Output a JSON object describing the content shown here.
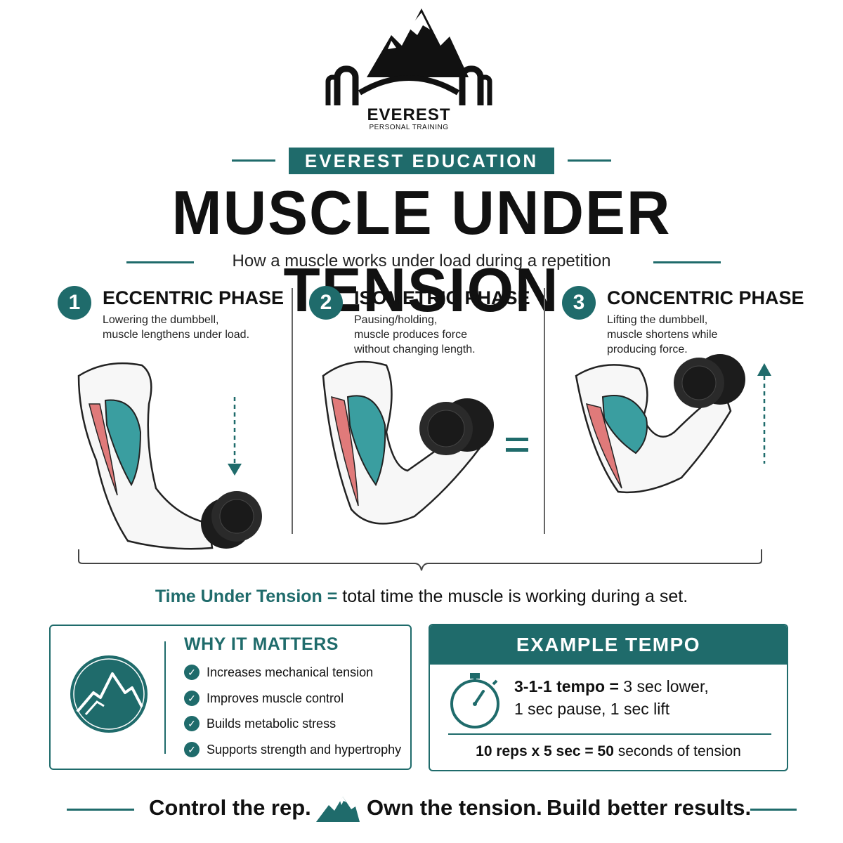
{
  "logo": {
    "brand": "EVEREST",
    "tagline": "PERSONAL TRAINING",
    "icon": "mountain-dumbbell-logo"
  },
  "header": {
    "badge": "EVEREST EDUCATION",
    "title": "MUSCLE UNDER TENSION",
    "subtitle": "How a muscle works under load during a repetition"
  },
  "phases": [
    {
      "number": "1",
      "title": "ECCENTRIC PHASE",
      "line1": "Lowering the dumbbell,",
      "line2": "muscle lengthens under load.",
      "line3": ""
    },
    {
      "number": "2",
      "title": "ISOMETRIC PHASE",
      "line1": "Pausing/holding,",
      "line2": "muscle produces force",
      "line3": "without changing length."
    },
    {
      "number": "3",
      "title": "CONCENTRIC PHASE",
      "line1": "Lifting the dumbbell,",
      "line2": "muscle shortens while",
      "line3": "producing force."
    }
  ],
  "tut": {
    "term": "Time Under Tension =",
    "definition": " total time the muscle is working during a set."
  },
  "why": {
    "title": "WHY IT MATTERS",
    "items": [
      "Increases mechanical tension",
      "Improves muscle control",
      "Builds metabolic stress",
      "Supports strength and hypertrophy"
    ]
  },
  "tempo": {
    "title": "EXAMPLE TEMPO",
    "bold": "3-1-1 tempo =",
    "line1_rest": " 3 sec lower,",
    "line2": "1 sec pause, 1 sec lift",
    "calc_bold": "10 reps x 5 sec = 50",
    "calc_rest": " seconds of tension"
  },
  "footer": {
    "part1": "Control the rep.",
    "part2": "Own the tension.",
    "part3": "Build better results."
  },
  "colors": {
    "accent": "#1f6b6b",
    "muscle_teal": "#3a9ea0",
    "muscle_red": "#e07a7a"
  }
}
